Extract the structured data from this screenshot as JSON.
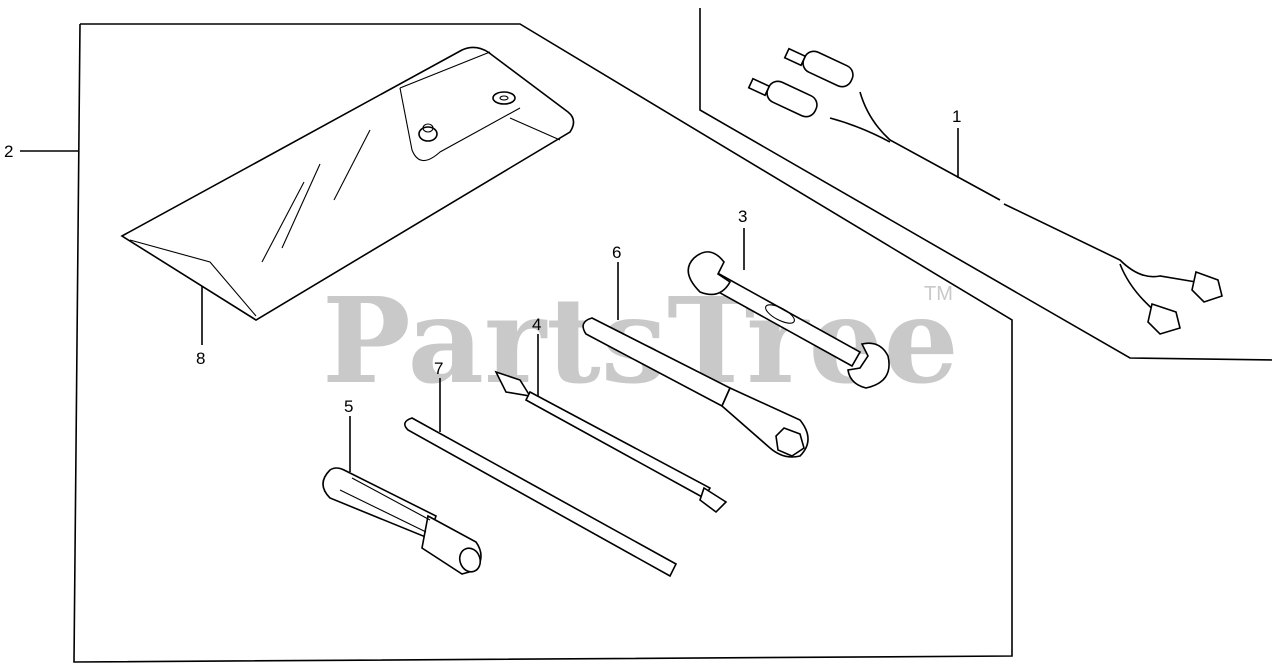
{
  "watermark": {
    "text": "PartsTree",
    "trademark": "TM"
  },
  "callouts": {
    "c1": "1",
    "c2": "2",
    "c3": "3",
    "c4": "4",
    "c5": "5",
    "c6": "6",
    "c7": "7",
    "c8": "8"
  }
}
